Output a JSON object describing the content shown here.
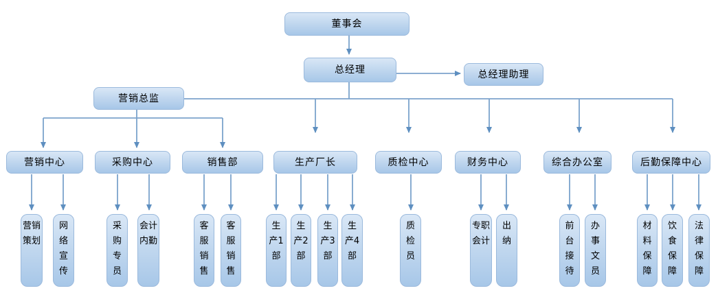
{
  "nodes": {
    "board": "董事会",
    "general_manager": "总经理",
    "gm_assistant": "总经理助理",
    "marketing_director": "营销总监",
    "marketing_center": "营销中心",
    "purchasing_center": "采购中心",
    "sales_dept": "销售部",
    "production_director": "生产厂长",
    "qc_center": "质检中心",
    "finance_center": "财务中心",
    "general_office": "综合办公室",
    "logistics_center": "后勤保障中心",
    "marketing_planning": "营销策划",
    "web_promotion": "网络宣传",
    "purchasing_specialist": "采购专员",
    "accounting_clerk": "会计内勤",
    "cs_sales_1": "客服销售",
    "cs_sales_2": "客服销售",
    "production_1": "生产1部",
    "production_2": "生产2部",
    "production_3": "生产3部",
    "production_4": "生产4部",
    "qc_inspector": "质检员",
    "full_time_accountant": "专职会计",
    "cashier": "出纳",
    "receptionist": "前台接待",
    "office_clerk": "办事文员",
    "material_support": "材料保障",
    "food_support": "饮食保障",
    "legal_support": "法律保障"
  },
  "colors": {
    "node_fill_top": "#d9e7f6",
    "node_fill_bottom": "#a7c7e8",
    "node_border": "#9ab9dc",
    "connector_line": "#7ba3cc",
    "arrowhead": "#5e8fc0",
    "text": "#000000",
    "background": "#ffffff"
  }
}
